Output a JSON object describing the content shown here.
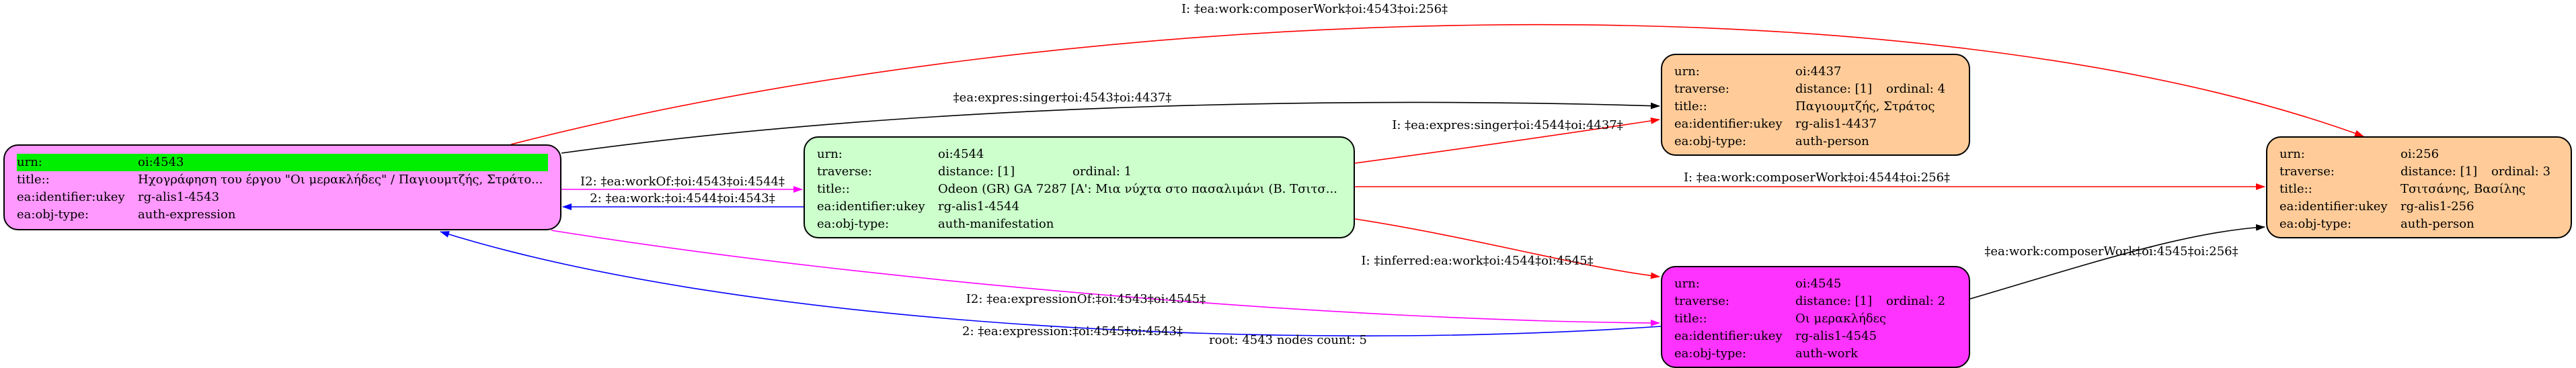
{
  "nodes": {
    "n4543": {
      "urn_key": "urn:",
      "urn_val": "oi:4543",
      "title_key": "title::",
      "title_val": "Ηχογράφηση του έργου \"Οι μερακλήδες\" / Παγιουμτζής, Στράτο...",
      "ukey_key": "ea:identifier:ukey",
      "ukey_val": "rg-alis1-4543",
      "obj_key": "ea:obj-type:",
      "obj_val": "auth-expression"
    },
    "n4544": {
      "urn_key": "urn:",
      "urn_val": "oi:4544",
      "trav_key": "traverse:",
      "trav_dist": "distance: [1]",
      "trav_ord": "ordinal: 1",
      "title_key": "title::",
      "title_val": "Odeon (GR) GA 7287 [A': Μια νύχτα στο πασαλιμάνι (Β. Τσιτσ...",
      "ukey_key": "ea:identifier:ukey",
      "ukey_val": "rg-alis1-4544",
      "obj_key": "ea:obj-type:",
      "obj_val": "auth-manifestation"
    },
    "n4437": {
      "urn_key": "urn:",
      "urn_val": "oi:4437",
      "trav_key": "traverse:",
      "trav_dist": "distance: [1]",
      "trav_ord": "ordinal: 4",
      "title_key": "title::",
      "title_val": "Παγιουμτζής, Στράτος",
      "ukey_key": "ea:identifier:ukey",
      "ukey_val": "rg-alis1-4437",
      "obj_key": "ea:obj-type:",
      "obj_val": "auth-person"
    },
    "n4545": {
      "urn_key": "urn:",
      "urn_val": "oi:4545",
      "trav_key": "traverse:",
      "trav_dist": "distance: [1]",
      "trav_ord": "ordinal: 2",
      "title_key": "title::",
      "title_val": "Οι μερακλήδες",
      "ukey_key": "ea:identifier:ukey",
      "ukey_val": "rg-alis1-4545",
      "obj_key": "ea:obj-type:",
      "obj_val": "auth-work"
    },
    "n256": {
      "urn_key": "urn:",
      "urn_val": "oi:256",
      "trav_key": "traverse:",
      "trav_dist": "distance: [1]",
      "trav_ord": "ordinal: 3",
      "title_key": "title::",
      "title_val": "Τσιτσάνης, Βασίλης",
      "ukey_key": "ea:identifier:ukey",
      "ukey_val": "rg-alis1-256",
      "obj_key": "ea:obj-type:",
      "obj_val": "auth-person"
    }
  },
  "edges": [
    {
      "id": "e-composer-4543-256",
      "label": "I: ‡ea:work:composerWork‡oi:4543‡oi:256‡",
      "color": "#ff0000"
    },
    {
      "id": "e-singer-4543-4437",
      "label": "‡ea:expres:singer‡oi:4543‡oi:4437‡",
      "color": "#000000"
    },
    {
      "id": "e-singer-4544-4437",
      "label": "I: ‡ea:expres:singer‡oi:4544‡oi:4437‡",
      "color": "#ff0000"
    },
    {
      "id": "e-workof-4543-4544",
      "label": "I2: ‡ea:workOf:‡oi:4543‡oi:4544‡",
      "color": "#ff00ff"
    },
    {
      "id": "e-work-4544-4543",
      "label": "2: ‡ea:work:‡oi:4544‡oi:4543‡",
      "color": "#0000ff"
    },
    {
      "id": "e-composer-4544-256",
      "label": "I: ‡ea:work:composerWork‡oi:4544‡oi:256‡",
      "color": "#ff0000"
    },
    {
      "id": "e-inferred-4544-4545",
      "label": "I: ‡inferred:ea:work‡oi:4544‡oi:4545‡",
      "color": "#ff0000"
    },
    {
      "id": "e-composer-4545-256",
      "label": "‡ea:work:composerWork‡oi:4545‡oi:256‡",
      "color": "#000000"
    },
    {
      "id": "e-expressionof-4543-4545",
      "label": "I2: ‡ea:expressionOf:‡oi:4543‡oi:4545‡",
      "color": "#ff00ff"
    },
    {
      "id": "e-expression-4545-4543",
      "label": "2: ‡ea:expression:‡oi:4545‡oi:4543‡",
      "color": "#0000ff"
    }
  ],
  "footer": "root: 4543 nodes count: 5"
}
